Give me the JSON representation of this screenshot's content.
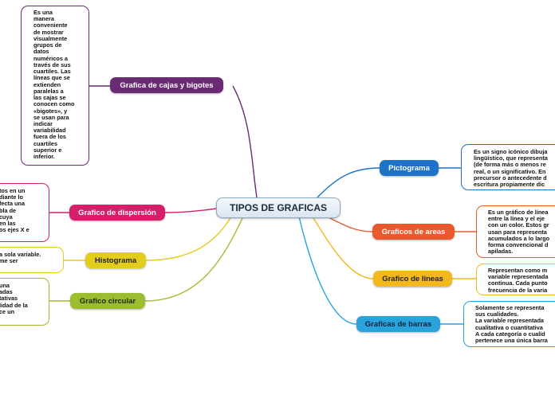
{
  "central": {
    "label": "TIPOS DE GRAFICAS"
  },
  "colors": {
    "cajas": "#6a2a74",
    "dispersion": "#d61f6b",
    "histograma": "#e3cd1c",
    "circular": "#9bbd2f",
    "pictograma": "#1e73c7",
    "areas": "#e85a2c",
    "lineas": "#f2b81c",
    "barras": "#2aa3dc"
  },
  "branches": {
    "cajas": "Grafica de cajas y bigotes",
    "dispersion": "Grafico de dispersión",
    "histograma": "Histograma",
    "circular": "Grafico circular",
    "pictograma": "Pictograma",
    "areas": "Graficos de areas",
    "lineas": "Grafico de lineas",
    "barras": "Graficas de barras"
  },
  "notes": {
    "cajas": [
      "Es una",
      "manera",
      "conveniente",
      "de mostrar",
      "visualmente",
      "grupos de",
      "datos",
      "numéricos a",
      "través de sus",
      "cuartiles. Las",
      "líneas que se",
      "extienden",
      "paralelas a",
      "las cajas se",
      "conocen como",
      "«bigotes», y",
      "se usan para",
      "indicar",
      "variabilidad",
      "fuera de los",
      "cuartiles",
      "superior e",
      "inferior."
    ],
    "dispersion": [
      "tos en un",
      "diante lo",
      "fecta una",
      "bla de",
      "cuya",
      "en las",
      "os ejes X e"
    ],
    "histograma": [
      "a sola variable.",
      "me ser"
    ],
    "circular": [
      "una",
      "adas",
      "tativas",
      "lidad de la",
      "ce un"
    ],
    "pictograma": [
      "Es un signo icónico dibuja",
      "lingüístico, que representa",
      "(de forma más o menos re",
      "real, o un significativo. En",
      "precursor o antecedente d",
      "escritura propiamente dic"
    ],
    "areas": [
      "Es un gráfico de línea",
      "entre la línea y el eje",
      "con un color. Estos gr",
      "usan para representa",
      "acumulados a lo largo",
      "forma convencional d",
      "apiladas."
    ],
    "lineas": [
      "Representan como m",
      "variable representada",
      "continua. Cada punto",
      "frecuencia de la varia"
    ],
    "barras": [
      "Solamente se representa",
      "sus cualidades.",
      "La variable representada",
      "cualitativa o cuantitativa",
      "A cada categoría o cualid",
      "pertenece una única barra"
    ]
  }
}
